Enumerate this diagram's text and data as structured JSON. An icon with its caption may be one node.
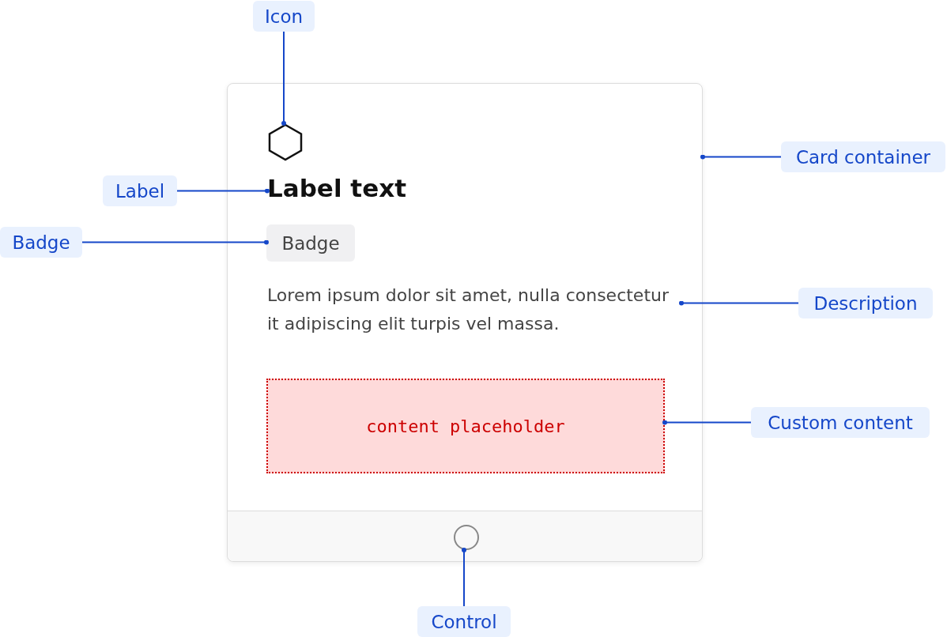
{
  "diagram": {
    "nodes": [
      {
        "text": [
          "Icon"
        ]
      },
      {
        "text": [],
        "shape": "box"
      },
      {
        "text": [],
        "shape": "hexagon",
        "in": 1
      },
      {
        "text": [
          "Card container"
        ]
      },
      {
        "text": [
          "Label"
        ]
      },
      {
        "text": [
          "Label text"
        ],
        "in": 1
      },
      {
        "text": [
          "Badge"
        ]
      },
      {
        "text": [
          "Badge"
        ],
        "in": 1
      },
      {
        "text": [
          "Lorem ipsum dolor sit amet, nulla consectetur it adipiscing elit turpis vel massa."
        ],
        "in": 1
      },
      {
        "text": [
          "Description"
        ]
      },
      {
        "text": [
          "content placeholder"
        ],
        "in": 1
      },
      {
        "text": [
          "Custom content"
        ]
      },
      {
        "text": [],
        "shape": "circle",
        "in": 1
      },
      {
        "text": [
          "Control"
        ]
      }
    ],
    "edges": [
      {
        "from": 0,
        "to": 2,
        "arrow": "other"
      },
      {
        "from": 3,
        "to": 1,
        "arrow": "other"
      },
      {
        "from": 4,
        "to": 5,
        "arrow": "other"
      },
      {
        "from": 6,
        "to": 7,
        "arrow": "other"
      },
      {
        "from": 9,
        "to": 8,
        "arrow": "other"
      },
      {
        "from": 11,
        "to": 10,
        "arrow": "other"
      },
      {
        "from": 13,
        "to": 12,
        "arrow": "other"
      }
    ]
  }
}
